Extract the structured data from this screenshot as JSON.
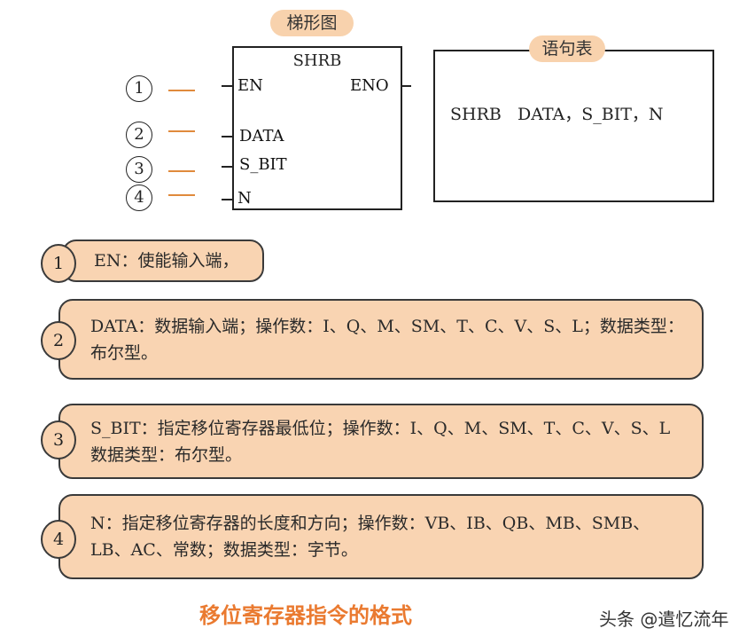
{
  "ladder": {
    "label": "梯形图",
    "block_name": "SHRB",
    "pins": {
      "en": "EN",
      "eno": "ENO",
      "data": "DATA",
      "s_bit": "S_BIT",
      "n": "N"
    },
    "markers": [
      "1",
      "2",
      "3",
      "4"
    ]
  },
  "statement": {
    "label": "语句表",
    "code": "SHRB   DATA，S_BIT，N"
  },
  "cards": [
    {
      "num": "1",
      "text": "EN：使能输入端，"
    },
    {
      "num": "2",
      "text": "DATA：数据输入端；操作数：I、Q、M、SM、T、C、V、S、L；数据类型：布尔型。"
    },
    {
      "num": "3",
      "text": "S_BIT：指定移位寄存器最低位；操作数：I、Q、M、SM、T、C、V、S、L数据类型：布尔型。"
    },
    {
      "num": "4",
      "text": "N：指定移位寄存器的长度和方向；操作数：VB、IB、QB、MB、SMB、LB、AC、常数；数据类型：字节。"
    }
  ],
  "caption": "移位寄存器指令的格式",
  "watermark": "头条 @遣忆流年"
}
